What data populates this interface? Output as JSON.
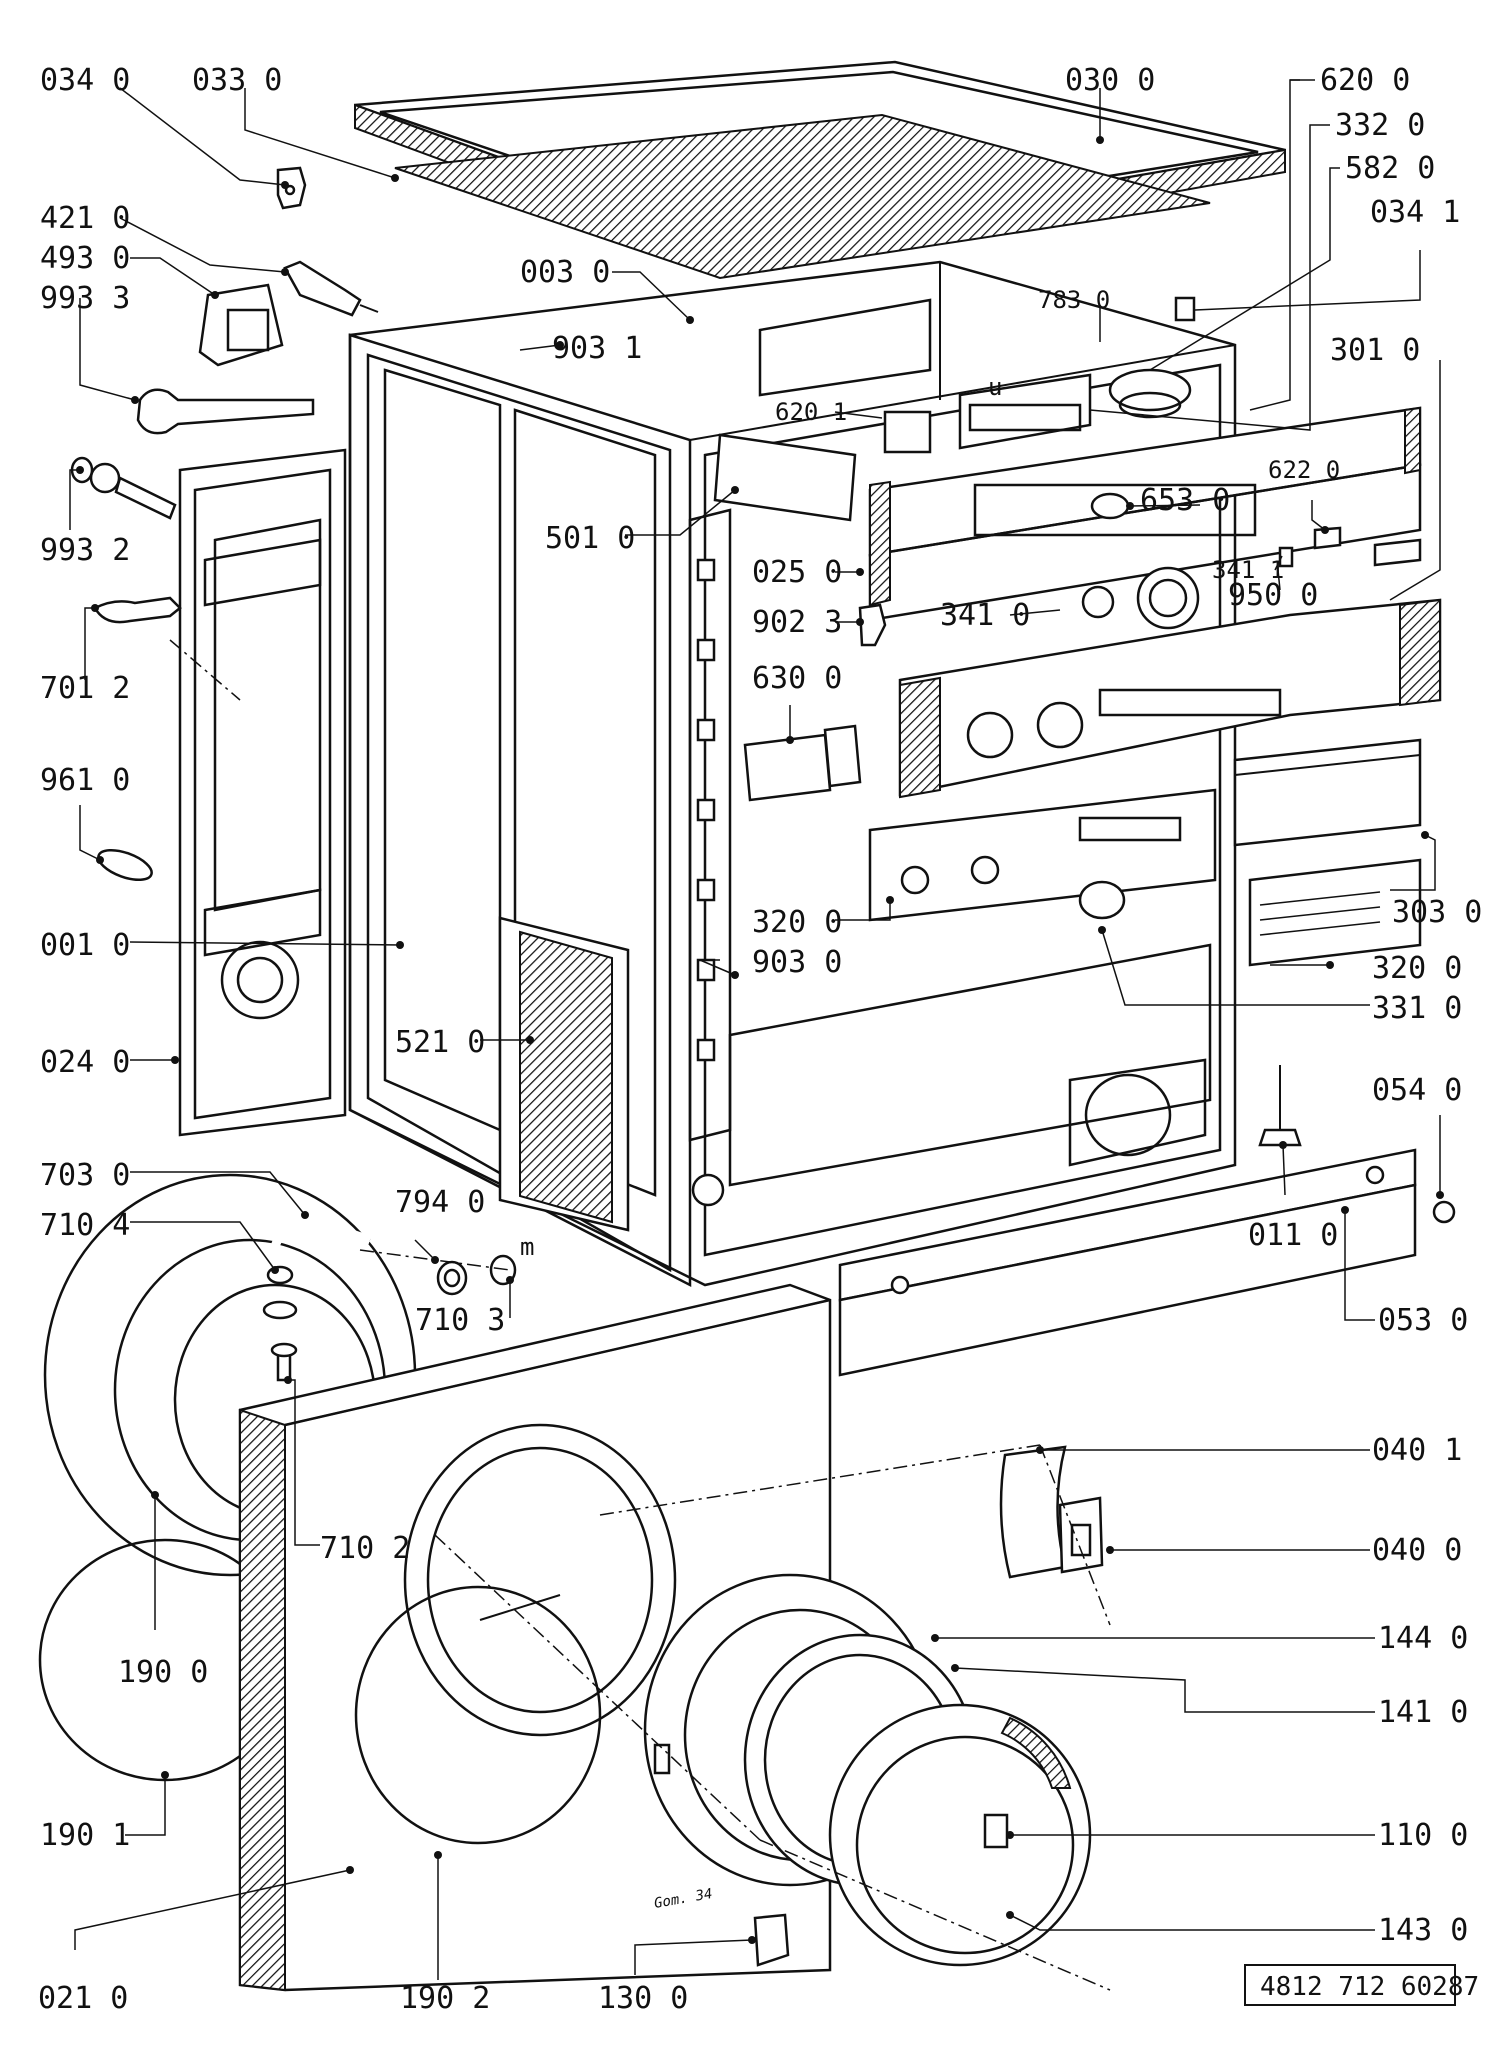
{
  "document_number": "4812 712 60287",
  "signature": "Gom. 34",
  "small_marks": {
    "m": "m",
    "u": "u"
  },
  "labels": {
    "l0340": "034 0",
    "l0330": "033 0",
    "l0300": "030 0",
    "l6200": "620 0",
    "l3320": "332 0",
    "l5820": "582 0",
    "l0341": "034 1",
    "l4210": "421 0",
    "l4930": "493 0",
    "l9933": "993 3",
    "l0030": "003 0",
    "l7830": "783 0",
    "l3010": "301 0",
    "l9031": "903 1",
    "l6201": "620 1",
    "l9932": "993 2",
    "l5010": "501 0",
    "l6220": "622 0",
    "l6530": "653 0",
    "l0250": "025 0",
    "l3411": "341 1",
    "l3410": "341 0",
    "l9500": "950 0",
    "l9023": "902 3",
    "l7012": "701 2",
    "l6300": "630 0",
    "l9610": "961 0",
    "l3200a": "320 0",
    "l9030": "903 0",
    "l3030": "303 0",
    "l0010": "001 0",
    "l3200b": "320 0",
    "l3310": "331 0",
    "l5210": "521 0",
    "l0240": "024 0",
    "l0540": "054 0",
    "l7030": "703 0",
    "l7940": "794 0",
    "l7104": "710 4",
    "l0110": "011 0",
    "l7103": "710 3",
    "l0530": "053 0",
    "l0401": "040 1",
    "l7102": "710 2",
    "l0400": "040 0",
    "l1900": "190 0",
    "l1440": "144 0",
    "l1410": "141 0",
    "l1901": "190 1",
    "l1100": "110 0",
    "l1430": "143 0",
    "l0210": "021 0",
    "l1902": "190 2",
    "l1300": "130 0"
  }
}
